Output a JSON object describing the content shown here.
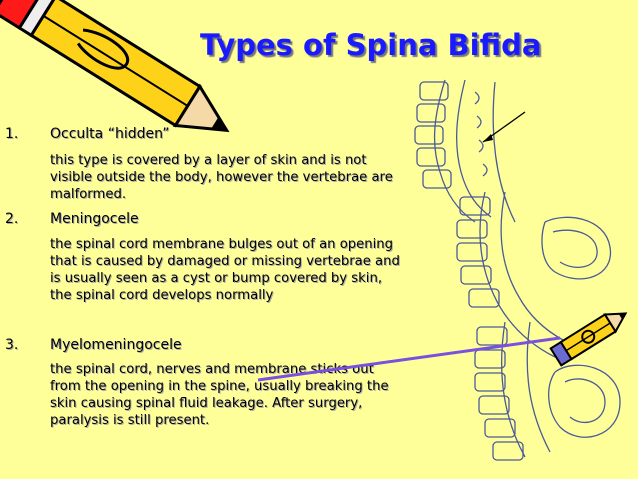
{
  "slide": {
    "title": "Types of Spina Bifida",
    "items": [
      {
        "number": "1.",
        "heading": "Occulta “hidden”",
        "description": "this type is covered by a layer of skin and is not visible outside the body, however the vertebrae are malformed."
      },
      {
        "number": "2.",
        "heading": "Meningocele",
        "description": "the spinal cord membrane bulges out of an opening that is caused by damaged or missing vertebrae and is usually seen as a cyst or bump covered by skin, the spinal cord develops normally"
      },
      {
        "number": "3.",
        "heading": "Myelomeningocele",
        "description": "the spinal cord, nerves and membrane sticks out from the opening in the spine, usually breaking the skin causing spinal fluid leakage. After surgery, paralysis is still present."
      }
    ]
  },
  "colors": {
    "background": "#ffff99",
    "title": "#1a1aff",
    "pencil_body": "#ffd21a",
    "pencil_eraser": "#ff1a1a",
    "accent_line": "#7b4fe0",
    "illustration_ink": "#4a5a99"
  },
  "icons": [
    "pencil-icon",
    "small-pencil-icon",
    "spine-illustration"
  ]
}
